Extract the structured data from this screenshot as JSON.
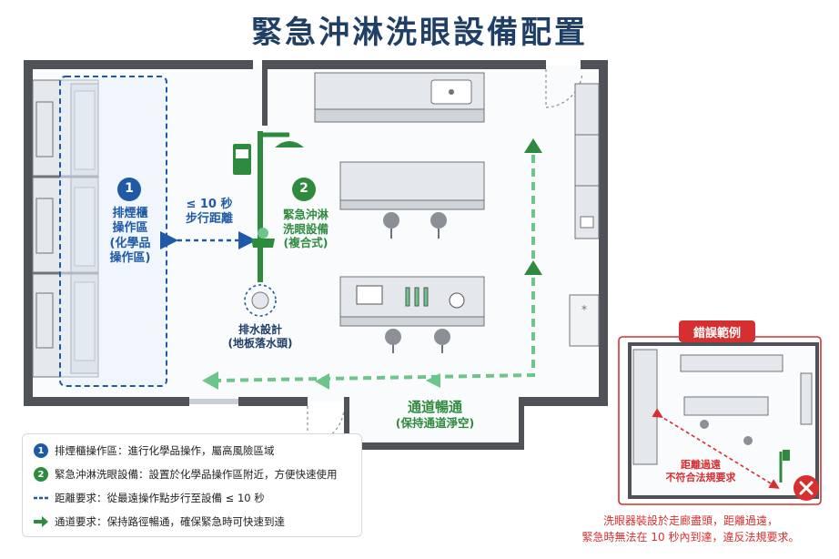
{
  "title": "緊急沖淋洗眼設備配置",
  "zone1": {
    "number": "1",
    "lines": [
      "排煙櫃",
      "操作區",
      "(化學品",
      "操作區)"
    ]
  },
  "distance": {
    "line1": "≤ 10 秒",
    "line2": "步行距離"
  },
  "zone2": {
    "number": "2",
    "lines": [
      "緊急沖淋",
      "洗眼設備",
      "(複合式)"
    ]
  },
  "drain": {
    "line1": "排水設計",
    "line2": "(地板落水頭)"
  },
  "passage": {
    "line1": "通道暢通",
    "line2": "(保持通道淨空)"
  },
  "legend": [
    {
      "marker": "1",
      "text": "排煙櫃操作區：進行化學品操作，屬高風險區域"
    },
    {
      "marker": "2",
      "text": "緊急沖淋洗眼設備：設置於化學品操作區附近，方便快速使用"
    },
    {
      "marker": "dash",
      "text": "距離要求：從最遠操作點步行至設備 ≤ 10 秒"
    },
    {
      "marker": "arrow",
      "text": "通道要求：保持路徑暢通，確保緊急時可快速到達"
    }
  ],
  "error": {
    "label": "錯誤範例",
    "inner_line1": "距離過遠",
    "inner_line2": "不符合法規要求",
    "caption_line1": "洗眼器裝設於走廊盡頭，距離過遠，",
    "caption_line2": "緊急時無法在 10 秒內到達，違反法規要求。"
  },
  "colors": {
    "blue": "#1f5aa6",
    "green": "#2e8b3e",
    "light_green": "#6cc58a",
    "red": "#d62f2f",
    "wall": "#4f5357",
    "title": "#1f3f66"
  }
}
